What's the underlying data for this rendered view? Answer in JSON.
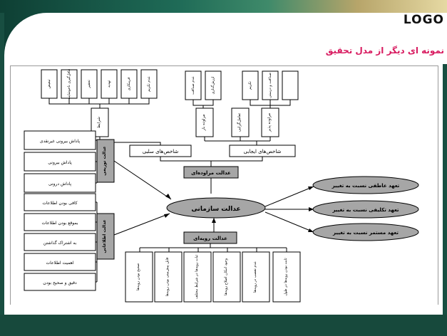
{
  "header": {
    "logo": "LOGO",
    "subtitle": "نمونه ای دیگر از مدل تحقیق"
  },
  "colors": {
    "header_dark": "#0e3f34",
    "accent_pink": "#d81b60",
    "node_gray": "#a6a6a6"
  },
  "diagram": {
    "center": "عدالت سازمانی",
    "distributive": "عدالت مراوده‌ای",
    "negative_attrs": "شاخص‌های سلبی",
    "positive_attrs": "شاخص‌های ایجابی",
    "procedural": "عدالت رویه‌ای",
    "reward_justice": "عدالت توزیعی",
    "info_justice": "عدالت اطلاعاتی",
    "top_leaves": [
      "تبعیض",
      "غافل‌گیری ناخوشایند",
      "تحقیر",
      "تهدید",
      "فریبکاری",
      "عدم تکریم",
      "عدم صداقت",
      "ارزش‌گذاری",
      "تکریم",
      "صداقت و درستی"
    ],
    "mid_nodes": [
      "شرایط",
      "مراوده بار",
      "تعامل‌گرایی",
      "مراوده پذیر"
    ],
    "reward_items": [
      "پاداش بیرونی غیرنقدی",
      "پاداش بیرونی",
      "پاداش درونی"
    ],
    "info_items": [
      "کافی بودن اطلاعات",
      "بموقع بودن اطلاعات",
      "به اشتراک گذاشتن",
      "اهمیت اطلاعات",
      "دقیق و صحیح بودن"
    ],
    "procedural_items": [
      "صحیح بودن رویه‌ها",
      "قابل پیش‌بینی بودن رویه‌ها",
      "ثبات رویه‌ها در شرایط مختلف",
      "وجود امکان اصلاح رویه‌ها",
      "عدم تعصب در رویه‌ها",
      "ثابت بودن رویه‌ها در طول"
    ],
    "outcomes": [
      "تعهد عاطفی نسبت به تغییر",
      "تعهد تکلیفی نسبت به تغییر",
      "تعهد مستمر نسبت به تغییر"
    ]
  }
}
